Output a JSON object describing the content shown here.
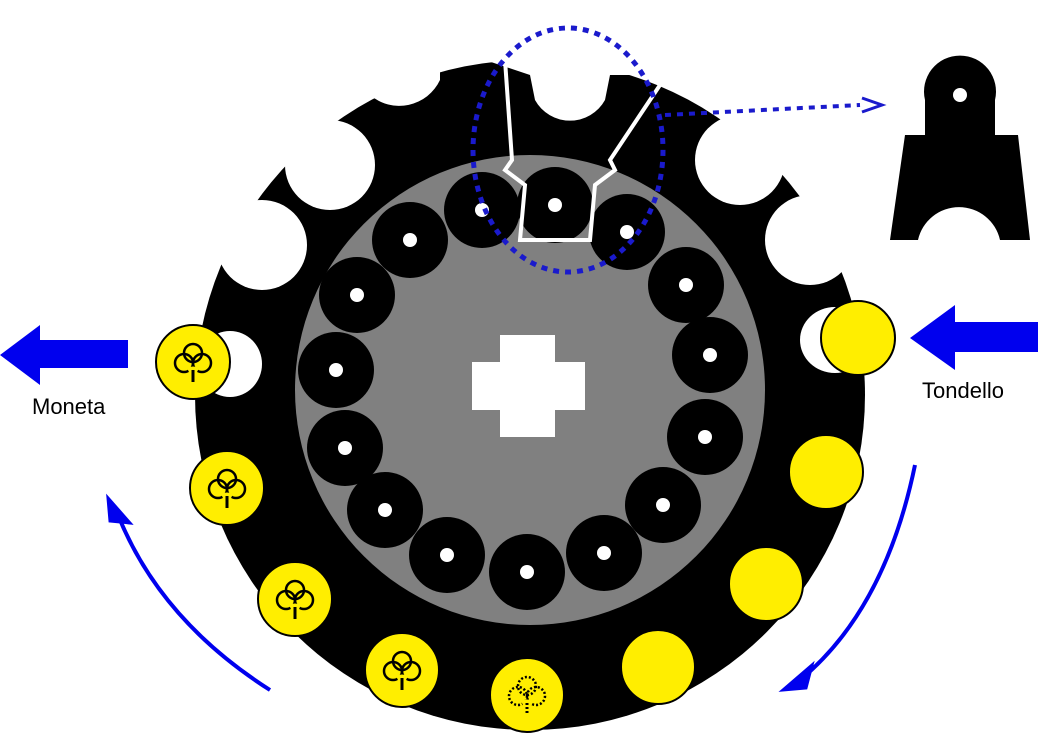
{
  "labels": {
    "input": "Tondello",
    "output": "Moneta"
  },
  "colors": {
    "wheel": "#000000",
    "hub": "#808080",
    "blank": "#ffee00",
    "arrow": "#0000ee",
    "highlight": "#1a1acc"
  },
  "icons": {
    "coin_mark": "clover-icon",
    "center_hole": "cross-shape"
  },
  "blank_count": 4,
  "coin_count": 4
}
